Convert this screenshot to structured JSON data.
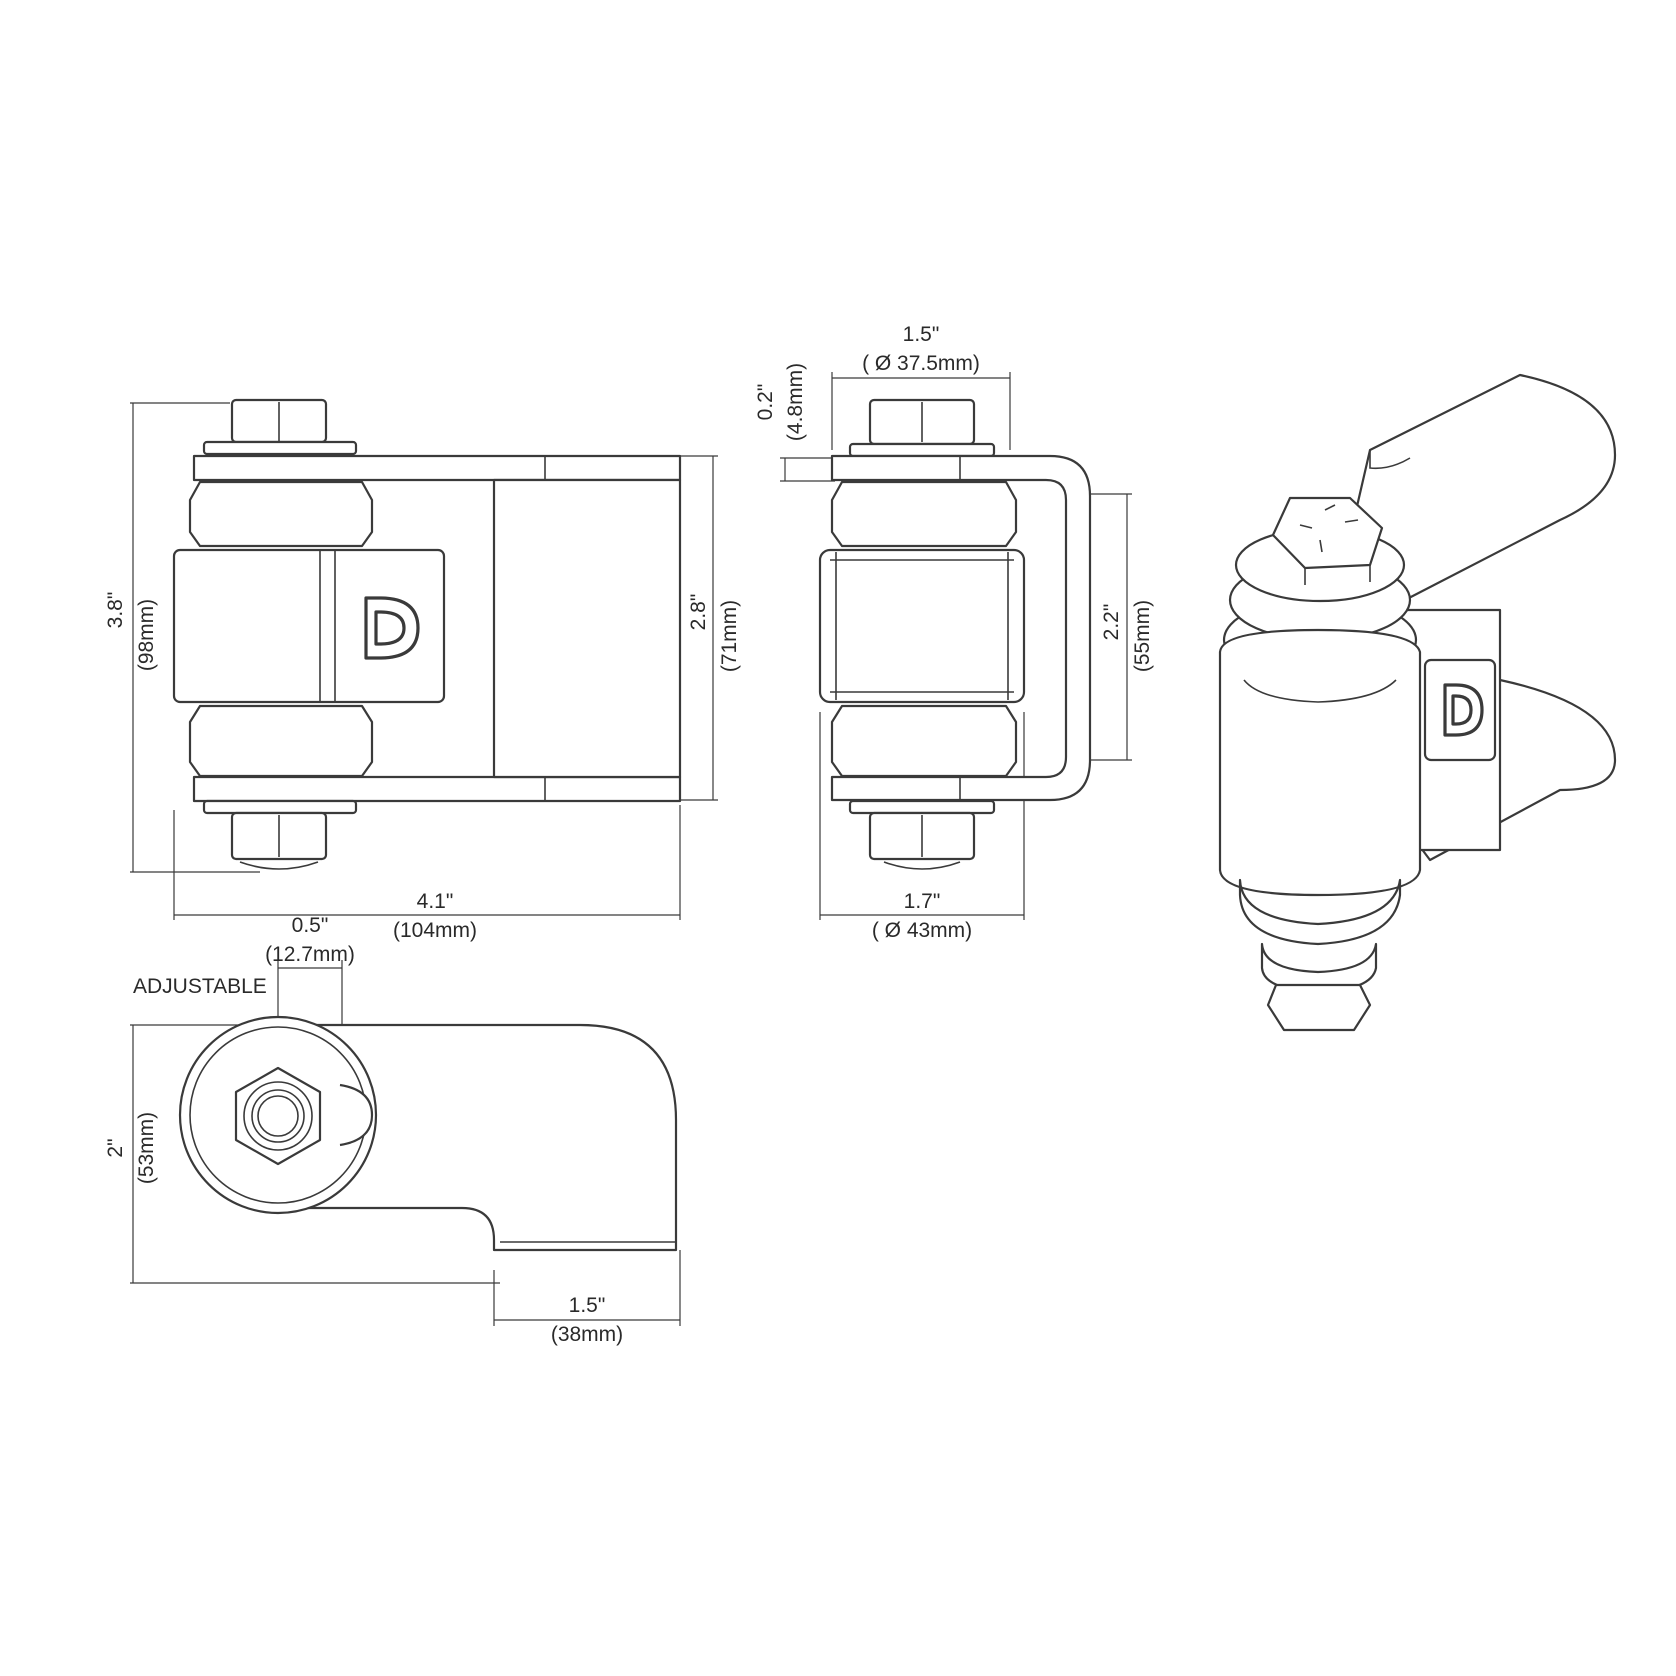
{
  "logo_letter": "D",
  "front_view": {
    "height_in": "3.8\"",
    "height_mm": "(98mm)",
    "plate_height_in": "2.8\"",
    "plate_height_mm": "(71mm)",
    "width_in": "4.1\"",
    "width_mm": "(104mm)"
  },
  "side_view": {
    "plate_thickness_in": "0.2\"",
    "plate_thickness_mm": "(4.8mm)",
    "top_diameter_in": "1.5\"",
    "top_diameter_mm": "( Ø 37.5mm)",
    "bottom_diameter_in": "1.7\"",
    "bottom_diameter_mm": "( Ø 43mm)",
    "inner_height_in": "2.2\"",
    "inner_height_mm": "(55mm)"
  },
  "top_view": {
    "adjust_in": "0.5\"",
    "adjust_mm": "(12.7mm)",
    "adjust_label": "ADJUSTABLE",
    "depth_in": "2\"",
    "depth_mm": "(53mm)",
    "tab_in": "1.5\"",
    "tab_mm": "(38mm)"
  },
  "colors": {
    "line": "#3a3a3a",
    "text": "#2a2a2a",
    "background": "#ffffff"
  }
}
